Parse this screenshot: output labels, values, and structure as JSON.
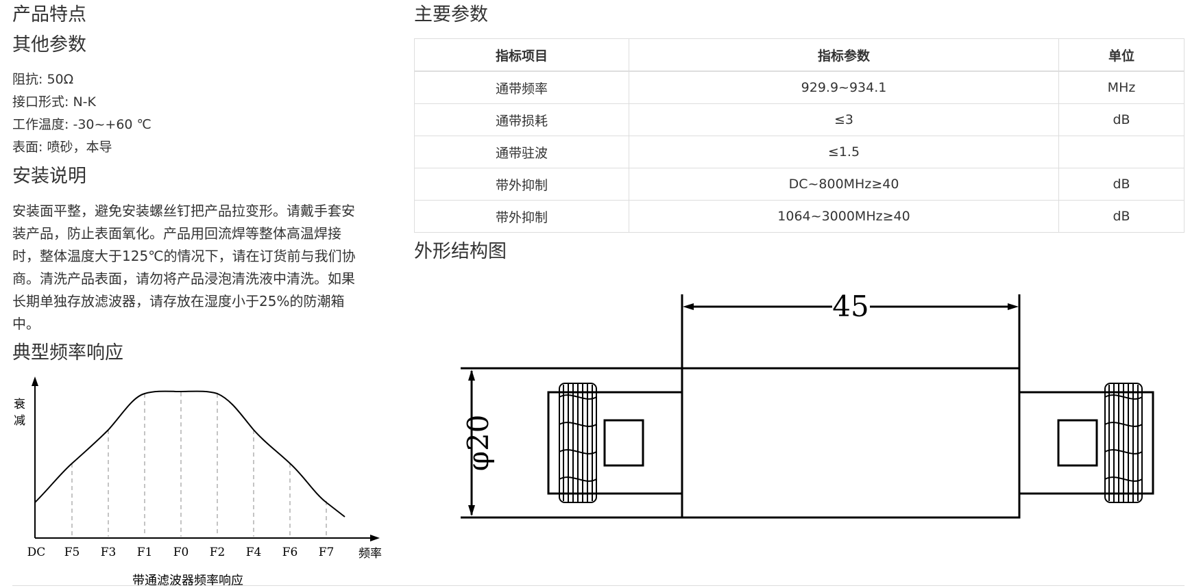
{
  "left": {
    "feature_title": "产品特点",
    "other_title": "其他参数",
    "params": [
      {
        "label": "阻抗",
        "value": "50Ω"
      },
      {
        "label": "接口形式",
        "value": "N-K"
      },
      {
        "label": "工作温度",
        "value": "-30~+60 ℃"
      },
      {
        "label": "表面",
        "value": "喷砂，本导"
      }
    ],
    "install_title": "安装说明",
    "install_lines": [
      "安装面平整，避免安装螺丝钉把产品拉变形。请戴手套安",
      "装产品，防止表面氧化。产品用回流焊等整体高温焊接",
      "时，整体温度大于125℃的情况下，请在订货前与我们协",
      "商。清洗产品表面，请勿将产品浸泡清洗液中清洗。如果",
      "长期单独存放滤波器，请存放在湿度小于25%的防潮箱",
      "中。"
    ],
    "response_title": "典型频率响应",
    "response_figure": {
      "y_label_1": "衰",
      "y_label_2": "减",
      "x_ticks": [
        "DC",
        "F5",
        "F3",
        "F1",
        "F0",
        "F2",
        "F4",
        "F6",
        "F7"
      ],
      "x_label": "频率",
      "caption": "带通滤波器频率响应"
    }
  },
  "right": {
    "main_title": "主要参数",
    "table": {
      "headers": [
        "指标项目",
        "指标参数",
        "单位"
      ],
      "rows": [
        [
          "通带频率",
          "929.9~934.1",
          "MHz"
        ],
        [
          "通带损耗",
          "≤3",
          "dB"
        ],
        [
          "通带驻波",
          "≤1.5",
          ""
        ],
        [
          "带外抑制",
          "DC~800MHz≥40",
          "dB"
        ],
        [
          "带外抑制",
          "1064~3000MHz≥40",
          "dB"
        ]
      ]
    },
    "struct_title": "外形结构图",
    "struct_figure": {
      "length_label": "45",
      "diameter_label": "φ20"
    }
  }
}
